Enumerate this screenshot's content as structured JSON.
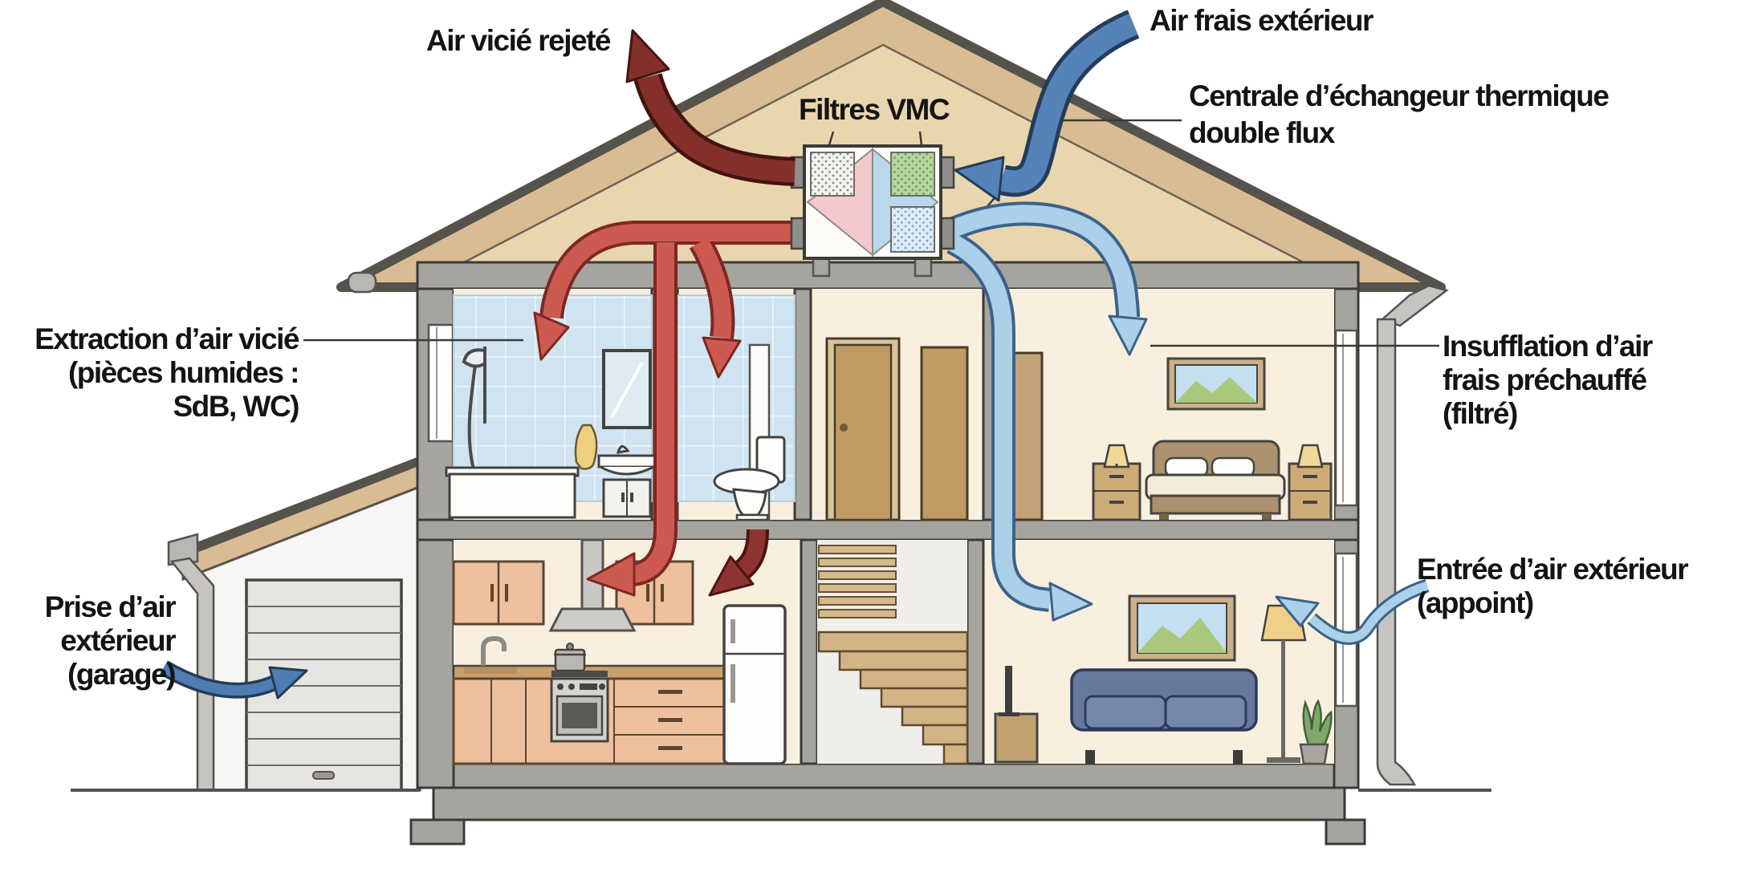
{
  "diagram": {
    "type": "house-cross-section-ventilation",
    "labels": {
      "exhaust": "Air vicié rejeté",
      "fresh_air": "Air frais extérieur",
      "filters": "Filtres VMC",
      "unit": [
        "Centrale d’échangeur thermique",
        "double flux"
      ],
      "extraction": [
        "Extraction d’air vicié",
        "(pièces humides :",
        "SdB, WC)"
      ],
      "insufflation": [
        "Insufflation d’air",
        "frais préchauffé",
        "(filtré)"
      ],
      "garage_intake": [
        "Prise d’air",
        "extérieur",
        "(garage)"
      ],
      "makeup_air": [
        "Entrée d’air extérieur",
        "(appoint)"
      ]
    },
    "flows": [
      {
        "name": "air-vicie-rejete",
        "color": "#84302a"
      },
      {
        "name": "extraction-air-vicie",
        "color": "#cd5a50"
      },
      {
        "name": "air-frais-exterieur",
        "color": "#5583b8"
      },
      {
        "name": "insufflation-air-prechauffe",
        "color": "#abd0ea"
      },
      {
        "name": "prise-air-garage",
        "color": "#4f7db3"
      },
      {
        "name": "entree-air-appoint",
        "color": "#abd0ea"
      }
    ],
    "colors": {
      "roof_tan": "#d9bc92",
      "attic_tan": "#ead6ae",
      "wall_gray": "#a5a49e",
      "room_cream": "#f9efdf",
      "tile_blue": "#cfe4f0",
      "exchanger_pink": "#f3c9cd",
      "exchanger_blue": "#b9d8ec",
      "filter_green": "#b5d69c",
      "cabinet_salmon": "#eec09e",
      "sofa_blue": "#67789f"
    }
  }
}
